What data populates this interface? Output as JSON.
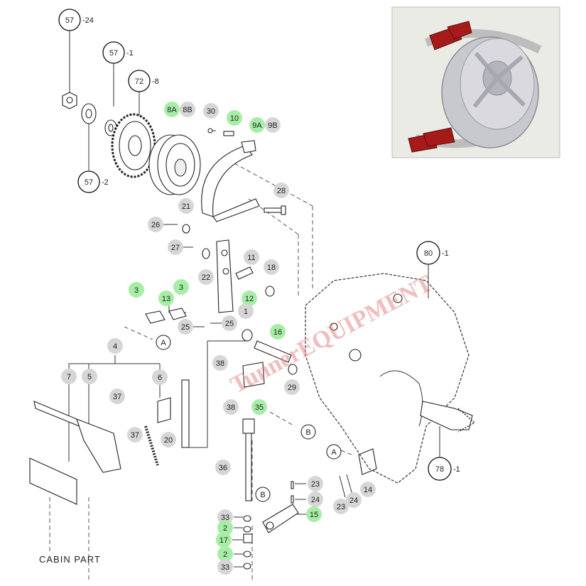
{
  "colors": {
    "highlight": "#a6eea6",
    "callout_grey": "#d6d6d6",
    "circle_stroke": "#111111",
    "watermark": "#e58a8a",
    "inset_bg": "#ebebe6",
    "band_red": "#a61a1a"
  },
  "callouts": {
    "c57_24": "57",
    "c57_24s": "-24",
    "c57_1": "57",
    "c57_1s": "-1",
    "c72_8": "72",
    "c72_8s": "-8",
    "c57_2": "57",
    "c57_2s": "-2",
    "c80_1": "80",
    "c80_1s": "-1",
    "c78_1": "78",
    "c78_1s": "-1",
    "g8A": "8A",
    "g8B": "8B",
    "g30": "30",
    "g10": "10",
    "g9A": "9A",
    "g9B": "9B",
    "g28": "28",
    "g21": "21",
    "g26": "26",
    "g27": "27",
    "g22": "22",
    "g11": "11",
    "g18": "18",
    "g3a": "3",
    "g13": "13",
    "g3b": "3",
    "g12": "12",
    "g1": "1",
    "g25a": "25",
    "g25b": "25",
    "g16": "16",
    "g4": "4",
    "g7": "7",
    "g5": "5",
    "g6": "6",
    "g38a": "38",
    "g38b": "38",
    "g29": "29",
    "g35": "35",
    "g37a": "37",
    "g37b": "37",
    "g20": "20",
    "g36": "36",
    "g23a": "23",
    "g24a": "24",
    "g23b": "23",
    "g24b": "24",
    "g14": "14",
    "g15": "15",
    "g33a": "33",
    "g2a": "2",
    "g17": "17",
    "g2b": "2",
    "g33b": "33",
    "refA1": "A",
    "refA2": "A",
    "refB1": "B",
    "refB2": "B"
  },
  "cabin_part": "CABIN PART",
  "watermark": "TunnerEQUIPMENT"
}
